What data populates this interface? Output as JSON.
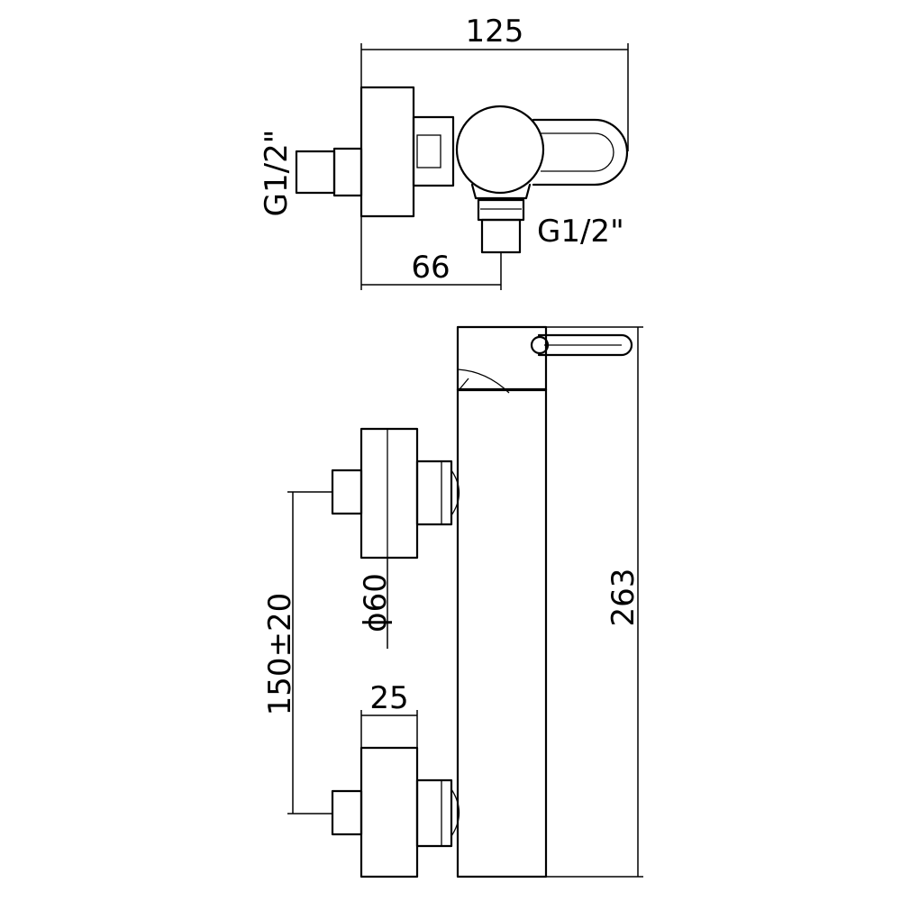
{
  "drawing": {
    "top_view": {
      "overall_width": "125",
      "inlet_thread": "G1/2\"",
      "outlet_thread": "G1/2\"",
      "outlet_offset": "66"
    },
    "front_view": {
      "overall_height": "263",
      "inlet_centres": "150±20",
      "escutcheon_diameter": "ϕ60",
      "escutcheon_depth": "25"
    }
  }
}
